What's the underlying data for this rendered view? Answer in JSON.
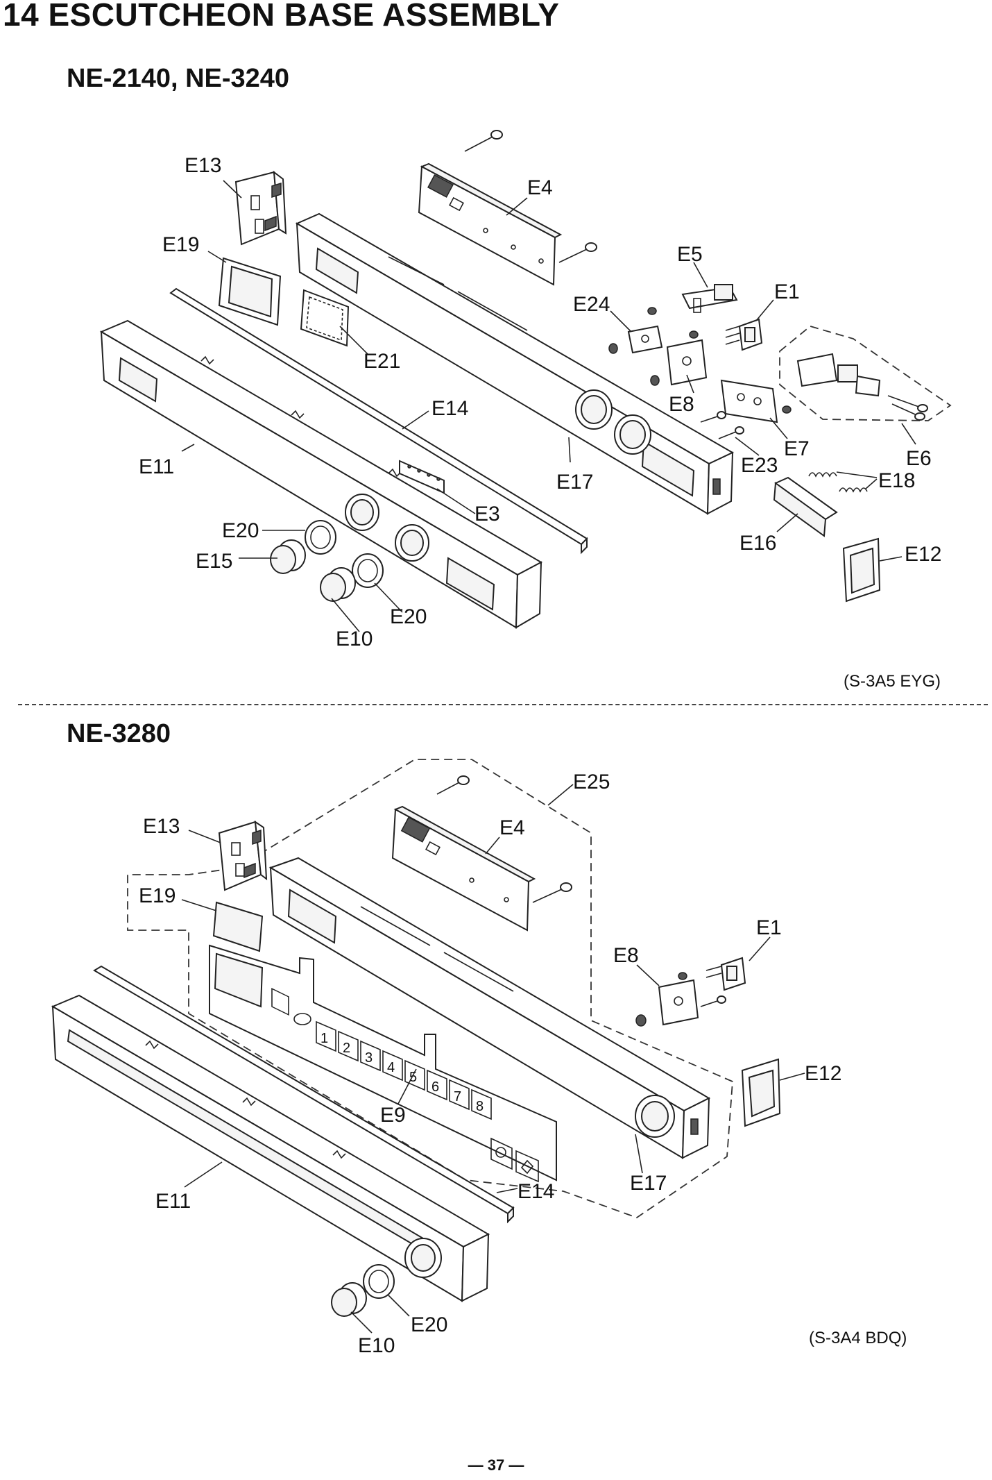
{
  "page": {
    "title": "14 ESCUTCHEON BASE ASSEMBLY",
    "page_number": "— 37 —"
  },
  "sections": [
    {
      "title": "NE-2140, NE-3240",
      "code": "(S-3A5 EYG)",
      "labels": [
        "E13",
        "E4",
        "E19",
        "E5",
        "E24",
        "E1",
        "E21",
        "E8",
        "E6",
        "E14",
        "E7",
        "E11",
        "E17",
        "E23",
        "E18",
        "E3",
        "E20",
        "E16",
        "E12",
        "E15",
        "E20",
        "E10"
      ]
    },
    {
      "title": "NE-3280",
      "code": "(S-3A4 BDQ)",
      "labels": [
        "E25",
        "E13",
        "E4",
        "E19",
        "E1",
        "E8",
        "E12",
        "E9",
        "E17",
        "E14",
        "E11",
        "E20",
        "E10"
      ],
      "keypad_keys": [
        "1",
        "2",
        "3",
        "4",
        "5",
        "6",
        "7",
        "8"
      ]
    }
  ]
}
